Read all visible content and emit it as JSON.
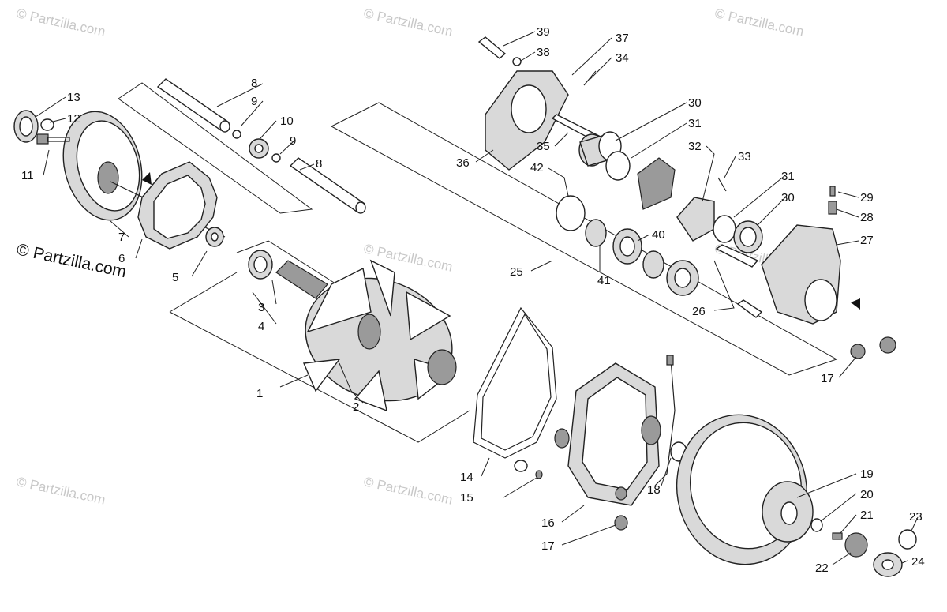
{
  "watermark_text": "© Partzilla.com",
  "credit_text": "© Partzilla.com",
  "callouts": [
    "1",
    "2",
    "3",
    "4",
    "5",
    "6",
    "7",
    "8",
    "8",
    "9",
    "9",
    "10",
    "11",
    "12",
    "13",
    "14",
    "15",
    "16",
    "17",
    "17",
    "18",
    "19",
    "20",
    "21",
    "22",
    "23",
    "24",
    "25",
    "26",
    "27",
    "28",
    "29",
    "30",
    "30",
    "31",
    "31",
    "32",
    "33",
    "34",
    "35",
    "36",
    "37",
    "38",
    "39",
    "40",
    "41",
    "42"
  ]
}
